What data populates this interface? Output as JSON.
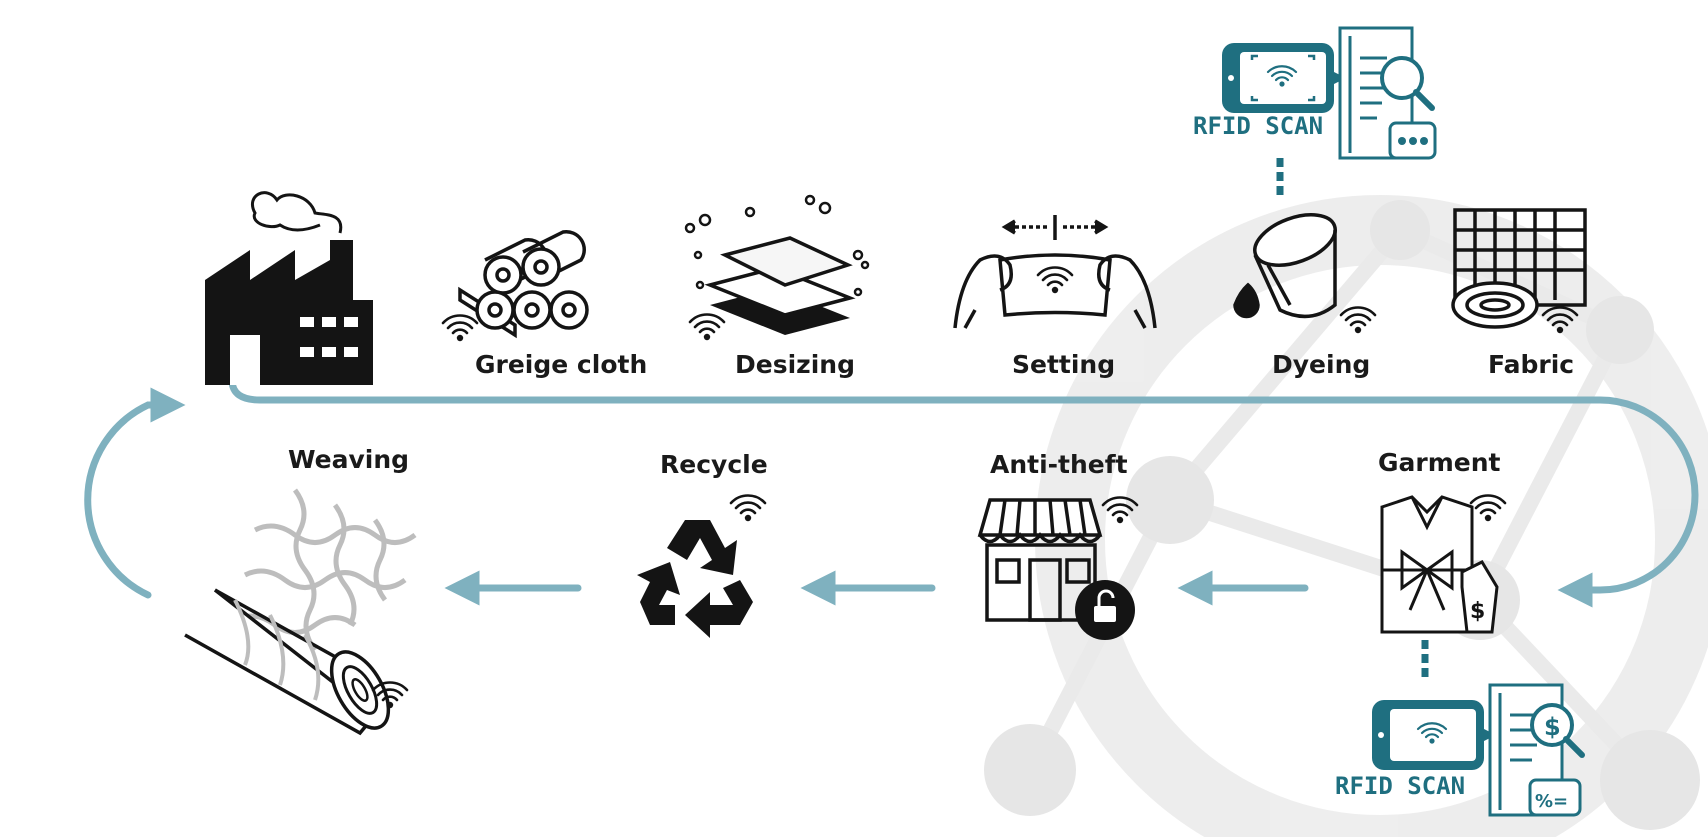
{
  "diagram": {
    "steps_top": [
      {
        "id": "greige",
        "label": "Greige cloth"
      },
      {
        "id": "desizing",
        "label": "Desizing"
      },
      {
        "id": "setting",
        "label": "Setting"
      },
      {
        "id": "dyeing",
        "label": "Dyeing"
      },
      {
        "id": "fabric",
        "label": "Fabric"
      }
    ],
    "steps_bottom": [
      {
        "id": "garment",
        "label": "Garment"
      },
      {
        "id": "antitheft",
        "label": "Anti-theft"
      },
      {
        "id": "recycle",
        "label": "Recycle"
      },
      {
        "id": "weaving",
        "label": "Weaving"
      }
    ],
    "rfid_top": "RFID SCAN",
    "rfid_bottom": "RFID SCAN",
    "colors": {
      "flow": "#7fb1bf",
      "teal": "#1f6f80",
      "ink": "#141414",
      "watermark": "#e6e6e6"
    },
    "icons": [
      "factory-icon",
      "fabric-rolls-icon",
      "desizing-sheets-icon",
      "stretch-hands-icon",
      "dye-bucket-icon",
      "fabric-roll-icon",
      "garment-tag-icon",
      "store-lock-icon",
      "recycle-icon",
      "weaving-roll-icon",
      "rfid-phone-icon",
      "wifi-icon"
    ]
  }
}
